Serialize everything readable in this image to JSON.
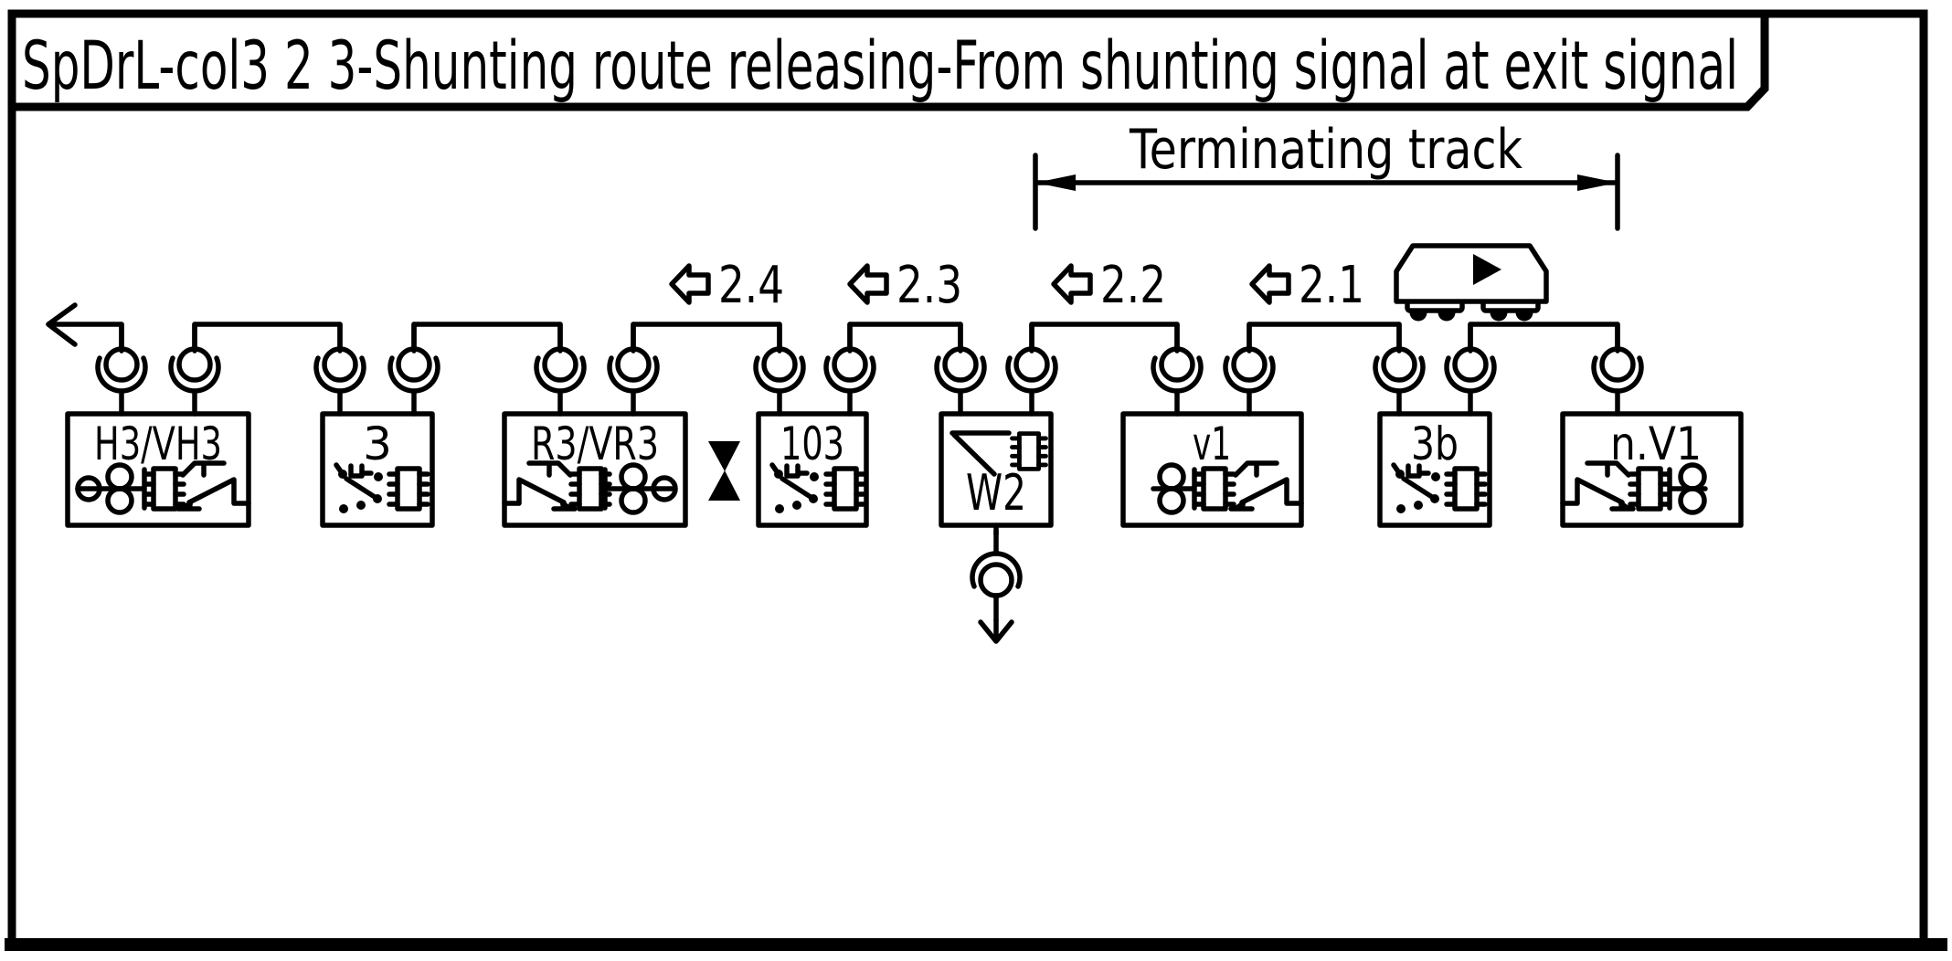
{
  "title": "SpDrL-col3 2 3-Shunting route releasing-From shunting signal at exit signal",
  "terminating_track": {
    "label": "Terminating track"
  },
  "route_steps": [
    {
      "label": "2.4"
    },
    {
      "label": "2.3"
    },
    {
      "label": "2.2"
    },
    {
      "label": "2.1"
    }
  ],
  "boxes": [
    {
      "label": "H3/VH3",
      "symbols": "lamp-circuit, ic-module, latch-relay-right"
    },
    {
      "label": "3",
      "symbols": "selector-contact, ic-module"
    },
    {
      "label": "R3/VR3",
      "symbols": "latch-relay-left, ic-module, lamp-circuit"
    },
    {
      "label": "103",
      "symbols": "selector-contact, ic-module"
    },
    {
      "label": "W2",
      "symbols": "signal-lever, ic-module"
    },
    {
      "label": "v1",
      "symbols": "lamp-circuit, ic-module, latch-relay-right"
    },
    {
      "label": "3b",
      "symbols": "selector-contact, ic-module"
    },
    {
      "label": "n.V1",
      "symbols": "latch-relay-left, ic-module, lamp-circuit"
    }
  ],
  "icons": {
    "plug_coupler": "circle-in-cup",
    "blocked_link_hourglass": "filled-hourglass",
    "wagon": "freight-wagon-with-right-triangle",
    "route_release_arrow": "open-left-arrow",
    "line_exit_arrow": "open-left-chevron",
    "down_output_arrow": "open-down-chevron",
    "dimension_arrows": "filled-double-headed"
  },
  "colors": {
    "ink": "#000000",
    "paper": "#ffffff"
  }
}
